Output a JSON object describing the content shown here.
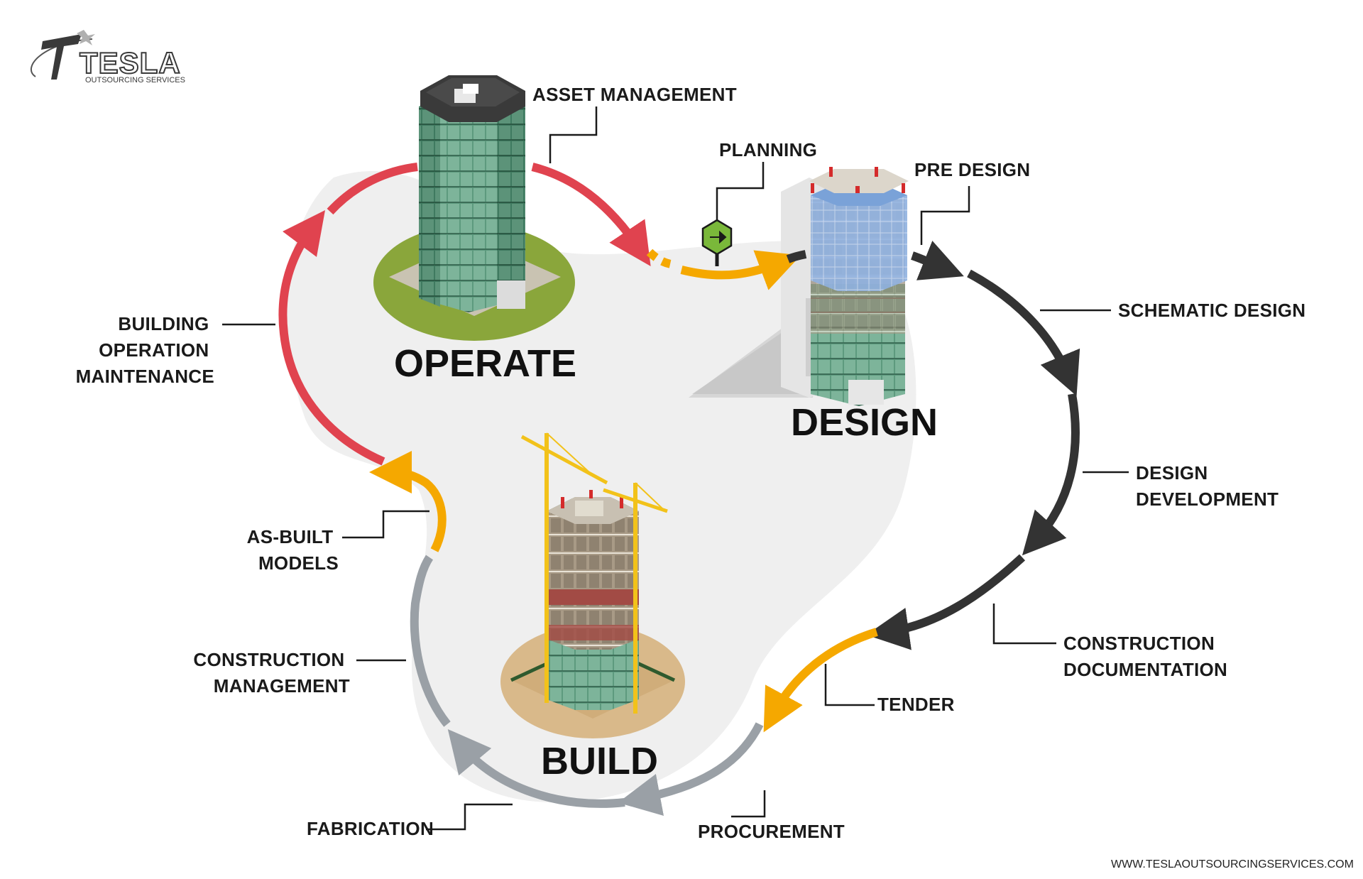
{
  "logo": {
    "name": "TESLA",
    "tagline": "OUTSOURCING SERVICES"
  },
  "phases": {
    "operate": "OPERATE",
    "design": "DESIGN",
    "build": "BUILD"
  },
  "stages": {
    "asset_management": "ASSET MANAGEMENT",
    "planning": "PLANNING",
    "pre_design": "PRE DESIGN",
    "schematic_design": "SCHEMATIC DESIGN",
    "design_development": [
      "DESIGN",
      "DEVELOPMENT"
    ],
    "construction_documentation": [
      "CONSTRUCTION",
      "DOCUMENTATION"
    ],
    "tender": "TENDER",
    "procurement": "PROCUREMENT",
    "fabrication": "FABRICATION",
    "construction_management": [
      "CONSTRUCTION",
      "MANAGEMENT"
    ],
    "as_built_models": [
      "AS-BUILT",
      "MODELS"
    ],
    "building_operation_maintenance": [
      "BUILDING",
      "OPERATION",
      "MAINTENANCE"
    ]
  },
  "website": "WWW.TESLAOUTSOURCINGSERVICES.COM",
  "colors": {
    "operate_arc": "#e0434f",
    "design_arc": "#333333",
    "build_arc": "#9aa0a6",
    "transition_arc": "#f5a800",
    "platform": "#efefef",
    "building_glass": "#5d9a7e",
    "lawn": "#8aa63b",
    "site": "#d9b98a"
  },
  "icons": [
    "tesla-logo-icon",
    "planning-sign-icon",
    "office-tower-icon",
    "design-tower-icon",
    "construction-tower-icon",
    "crane-icon"
  ]
}
